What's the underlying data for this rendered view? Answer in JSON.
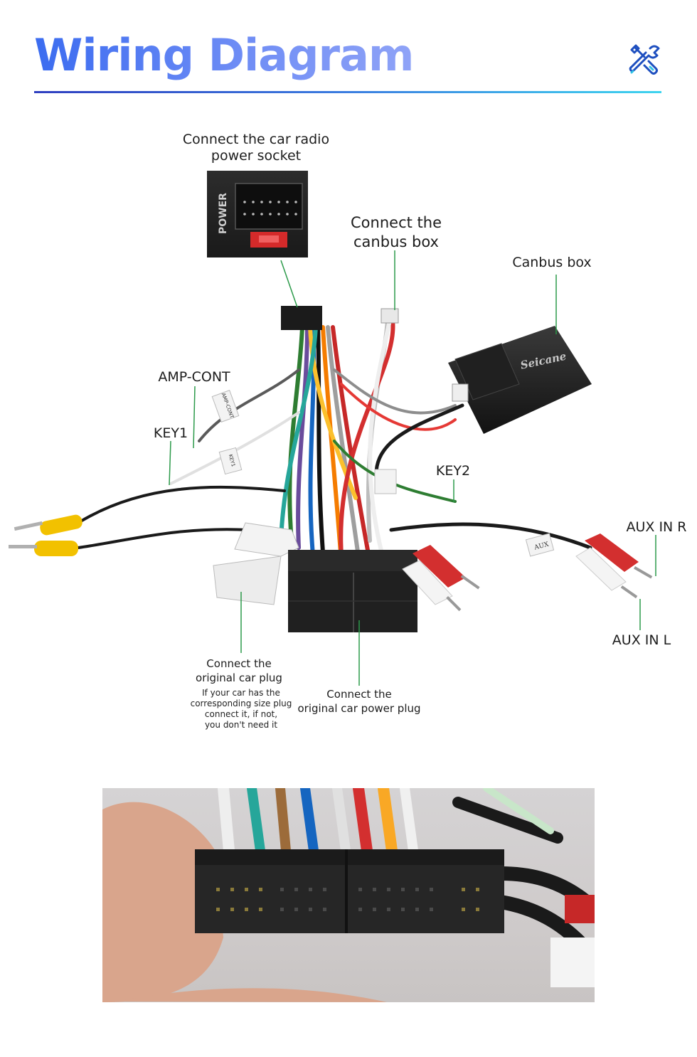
{
  "header": {
    "title": "Wiring Diagram",
    "icon": "tools-icon"
  },
  "diagram": {
    "labels": {
      "radio_power_socket": "Connect the car radio\npower socket",
      "connect_canbus_box": "Connect the\ncanbus box",
      "canbus_box": "Canbus box",
      "amp_cont": "AMP-CONT",
      "key1": "KEY1",
      "key2": "KEY2",
      "aux_in_r": "AUX IN R",
      "aux_in_l": "AUX IN L",
      "original_car_plug": "Connect the\noriginal car plug",
      "original_car_plug_note": "If your car has the\ncorresponding size plug\nconnect it, if not,\nyou don't need it",
      "original_power_plug": "Connect the\noriginal car power plug"
    },
    "device_brand": "Seicane",
    "connector_text": "POWER",
    "tag_amp": "AMP-CONT",
    "tag_key1": "KEY1",
    "tag_aux": "AUX"
  },
  "colors": {
    "title_gradient_start": "#3b6cf0",
    "title_gradient_end": "#8fa3f7",
    "rule_start": "#2f3fc0",
    "rule_end": "#3fd4ef",
    "leader_line": "#2c9a4a",
    "icon_blue": "#1e4fbf",
    "icon_cyan": "#2ec2e6"
  }
}
